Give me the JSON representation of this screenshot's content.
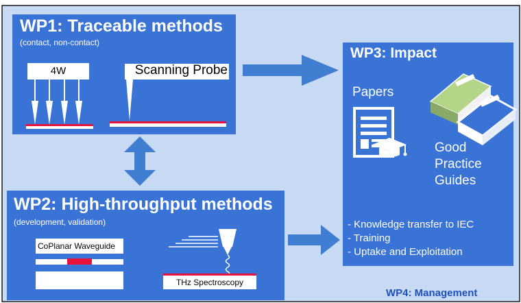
{
  "colors": {
    "background": "#c9dbf4",
    "panel": "#3a73d6",
    "arrow": "#3f7ed1",
    "accent_red": "#e8123b",
    "book_green": "#b4d488",
    "management_text": "#1d51bd"
  },
  "wp1": {
    "title": "WP1: Traceable methods",
    "subtitle": "(contact, non-contact)",
    "probe_4w_label": "4W",
    "scanning_probe_label": "Scanning Probe"
  },
  "wp2": {
    "title": "WP2: High-throughput methods",
    "subtitle": "(development, validation)",
    "coplanar_label": "CoPlanar Waveguide",
    "thz_label": "THz Spectroscopy"
  },
  "wp3": {
    "title": "WP3: Impact",
    "papers_label": "Papers",
    "guides_label": [
      "Good",
      "Practice",
      "Guides"
    ],
    "items": [
      "- Knowledge transfer to IEC",
      "- Training",
      "- Uptake and Exploitation"
    ]
  },
  "wp4": {
    "label": "WP4: Management"
  },
  "icons": [
    "document-icon",
    "graduation-cap-icon",
    "book-green-icon",
    "book-blue-icon"
  ]
}
